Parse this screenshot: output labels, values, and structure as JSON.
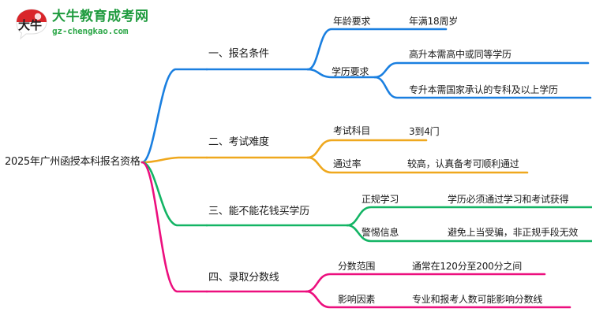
{
  "logo": {
    "mark_text": "大牛",
    "brand_cn": "大牛教育成考网",
    "brand_url": "gz-chengkao.com",
    "mark_color": "#d9252a",
    "brand_color": "#1f9b3e",
    "url_color": "#2fa84a"
  },
  "mindmap": {
    "root": "2025年广州函授本科报名资格",
    "colors": {
      "blue": "#1a7fe0",
      "orange": "#efa81e",
      "green": "#13b464",
      "pink": "#ec0f7e"
    },
    "branches": [
      {
        "label": "一、报名条件",
        "color": "#1a7fe0",
        "subs": [
          {
            "label": "年龄要求",
            "leaves": [
              "年满18周岁"
            ]
          },
          {
            "label": "学历要求",
            "leaves": [
              "高升本需高中或同等学历",
              "专升本需国家承认的专科及以上学历"
            ]
          }
        ]
      },
      {
        "label": "二、考试难度",
        "color": "#efa81e",
        "subs": [
          {
            "label": "考试科目",
            "leaves": [
              "3到4门"
            ]
          },
          {
            "label": "通过率",
            "leaves": [
              "较高，认真备考可顺利通过"
            ]
          }
        ]
      },
      {
        "label": "三、能不能花钱买学历",
        "color": "#13b464",
        "subs": [
          {
            "label": "正规学习",
            "leaves": [
              "学历必须通过学习和考试获得"
            ]
          },
          {
            "label": "警惕信息",
            "leaves": [
              "避免上当受骗，非正规手段无效"
            ]
          }
        ]
      },
      {
        "label": "四、录取分数线",
        "color": "#ec0f7e",
        "subs": [
          {
            "label": "分数范围",
            "leaves": [
              "通常在120分至200分之间"
            ]
          },
          {
            "label": "影响因素",
            "leaves": [
              "专业和报考人数可能影响分数线"
            ]
          }
        ]
      }
    ]
  }
}
